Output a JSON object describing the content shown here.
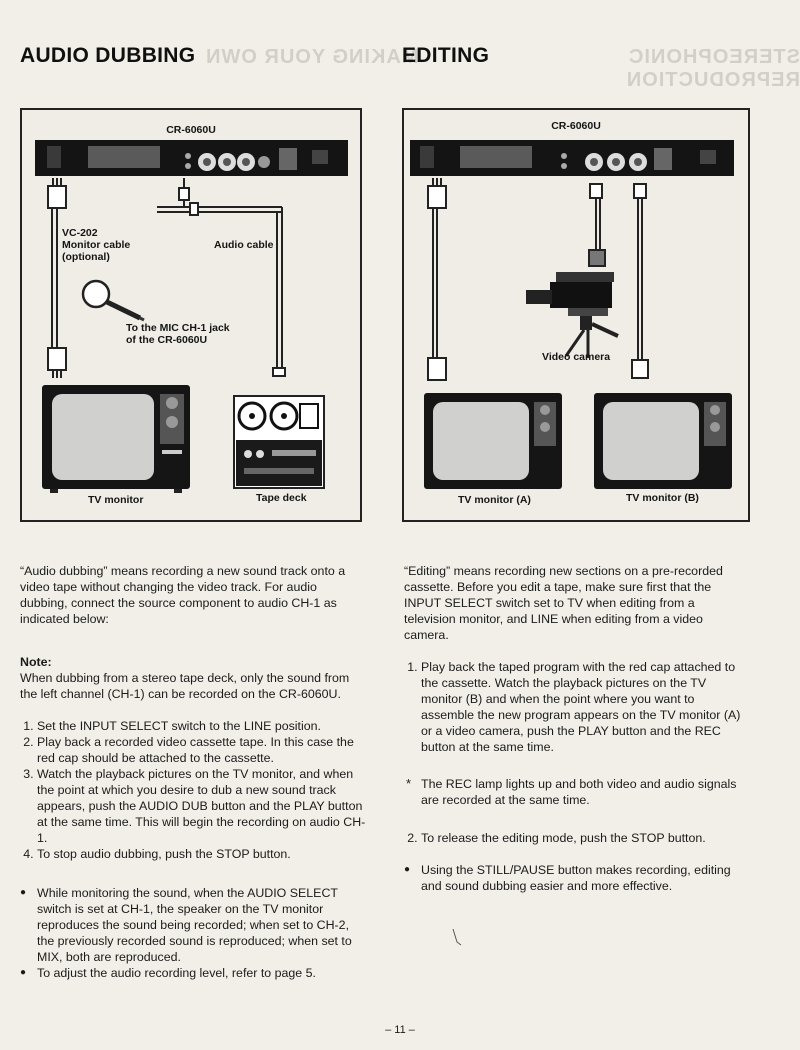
{
  "ghost_right": "STEREOPHONIC REPRODUCTION",
  "ghost_left": "MAKING YOUR OWN",
  "audio_dubbing": {
    "heading": "AUDIO DUBBING",
    "diagram": {
      "recorder": "CR-6060U",
      "monitor_cable": [
        "VC-202",
        "Monitor cable",
        "(optional)"
      ],
      "audio_cable": "Audio cable",
      "mic_jack": [
        "To the MIC CH-1 jack",
        "of the CR-6060U"
      ],
      "tv": "TV monitor",
      "tape_deck": "Tape deck"
    },
    "intro": "“Audio dubbing” means recording a new sound track onto a video tape without changing the video track. For audio dubbing, connect the source component to audio CH-1 as indicated below:",
    "note_label": "Note:",
    "note_text": "When dubbing from a stereo tape deck, only the sound from the left channel (CH-1) can be recorded on the CR-6060U.",
    "steps": [
      "Set the INPUT SELECT switch to the LINE position.",
      "Play back a recorded video cassette tape. In this case the red cap should be attached to the cassette.",
      "Watch the playback pictures on the TV monitor, and when the point at which you desire to dub a new sound track appears, push the AUDIO DUB button and the PLAY button at the same time. This will begin the recording on audio CH-1.",
      "To stop audio dubbing, push the STOP button."
    ],
    "bullets": [
      "While monitoring the sound, when the AUDIO SELECT switch is set at CH-1, the speaker on the TV monitor reproduces the sound being recorded; when set to CH-2, the previously recorded sound is reproduced; when set to MIX, both are reproduced.",
      "To adjust the audio recording level, refer to page 5."
    ]
  },
  "editing": {
    "heading": "EDITING",
    "diagram": {
      "recorder": "CR-6060U",
      "camera": "Video camera",
      "tv_a": "TV monitor (A)",
      "tv_b": "TV monitor (B)"
    },
    "intro": "“Editing” means recording new sections on a pre-recorded cassette. Before you edit a tape, make sure first that the INPUT SELECT switch set to TV when editing from a television monitor, and LINE when editing from a video camera.",
    "step1": "Play back the taped program with the red cap attached to the cassette. Watch the playback pictures on the TV monitor (B) and when the point where you want to assemble the new program appears on the TV monitor (A) or a video camera, push the PLAY button and the REC button at the same time.",
    "star_note": "The REC lamp lights up and both video and audio signals are recorded at the same time.",
    "step2": "To release the editing mode, push the STOP button.",
    "bullet": "Using the STILL/PAUSE button makes recording, editing and sound dubbing easier and more effective."
  },
  "page_number": "– 11 –"
}
